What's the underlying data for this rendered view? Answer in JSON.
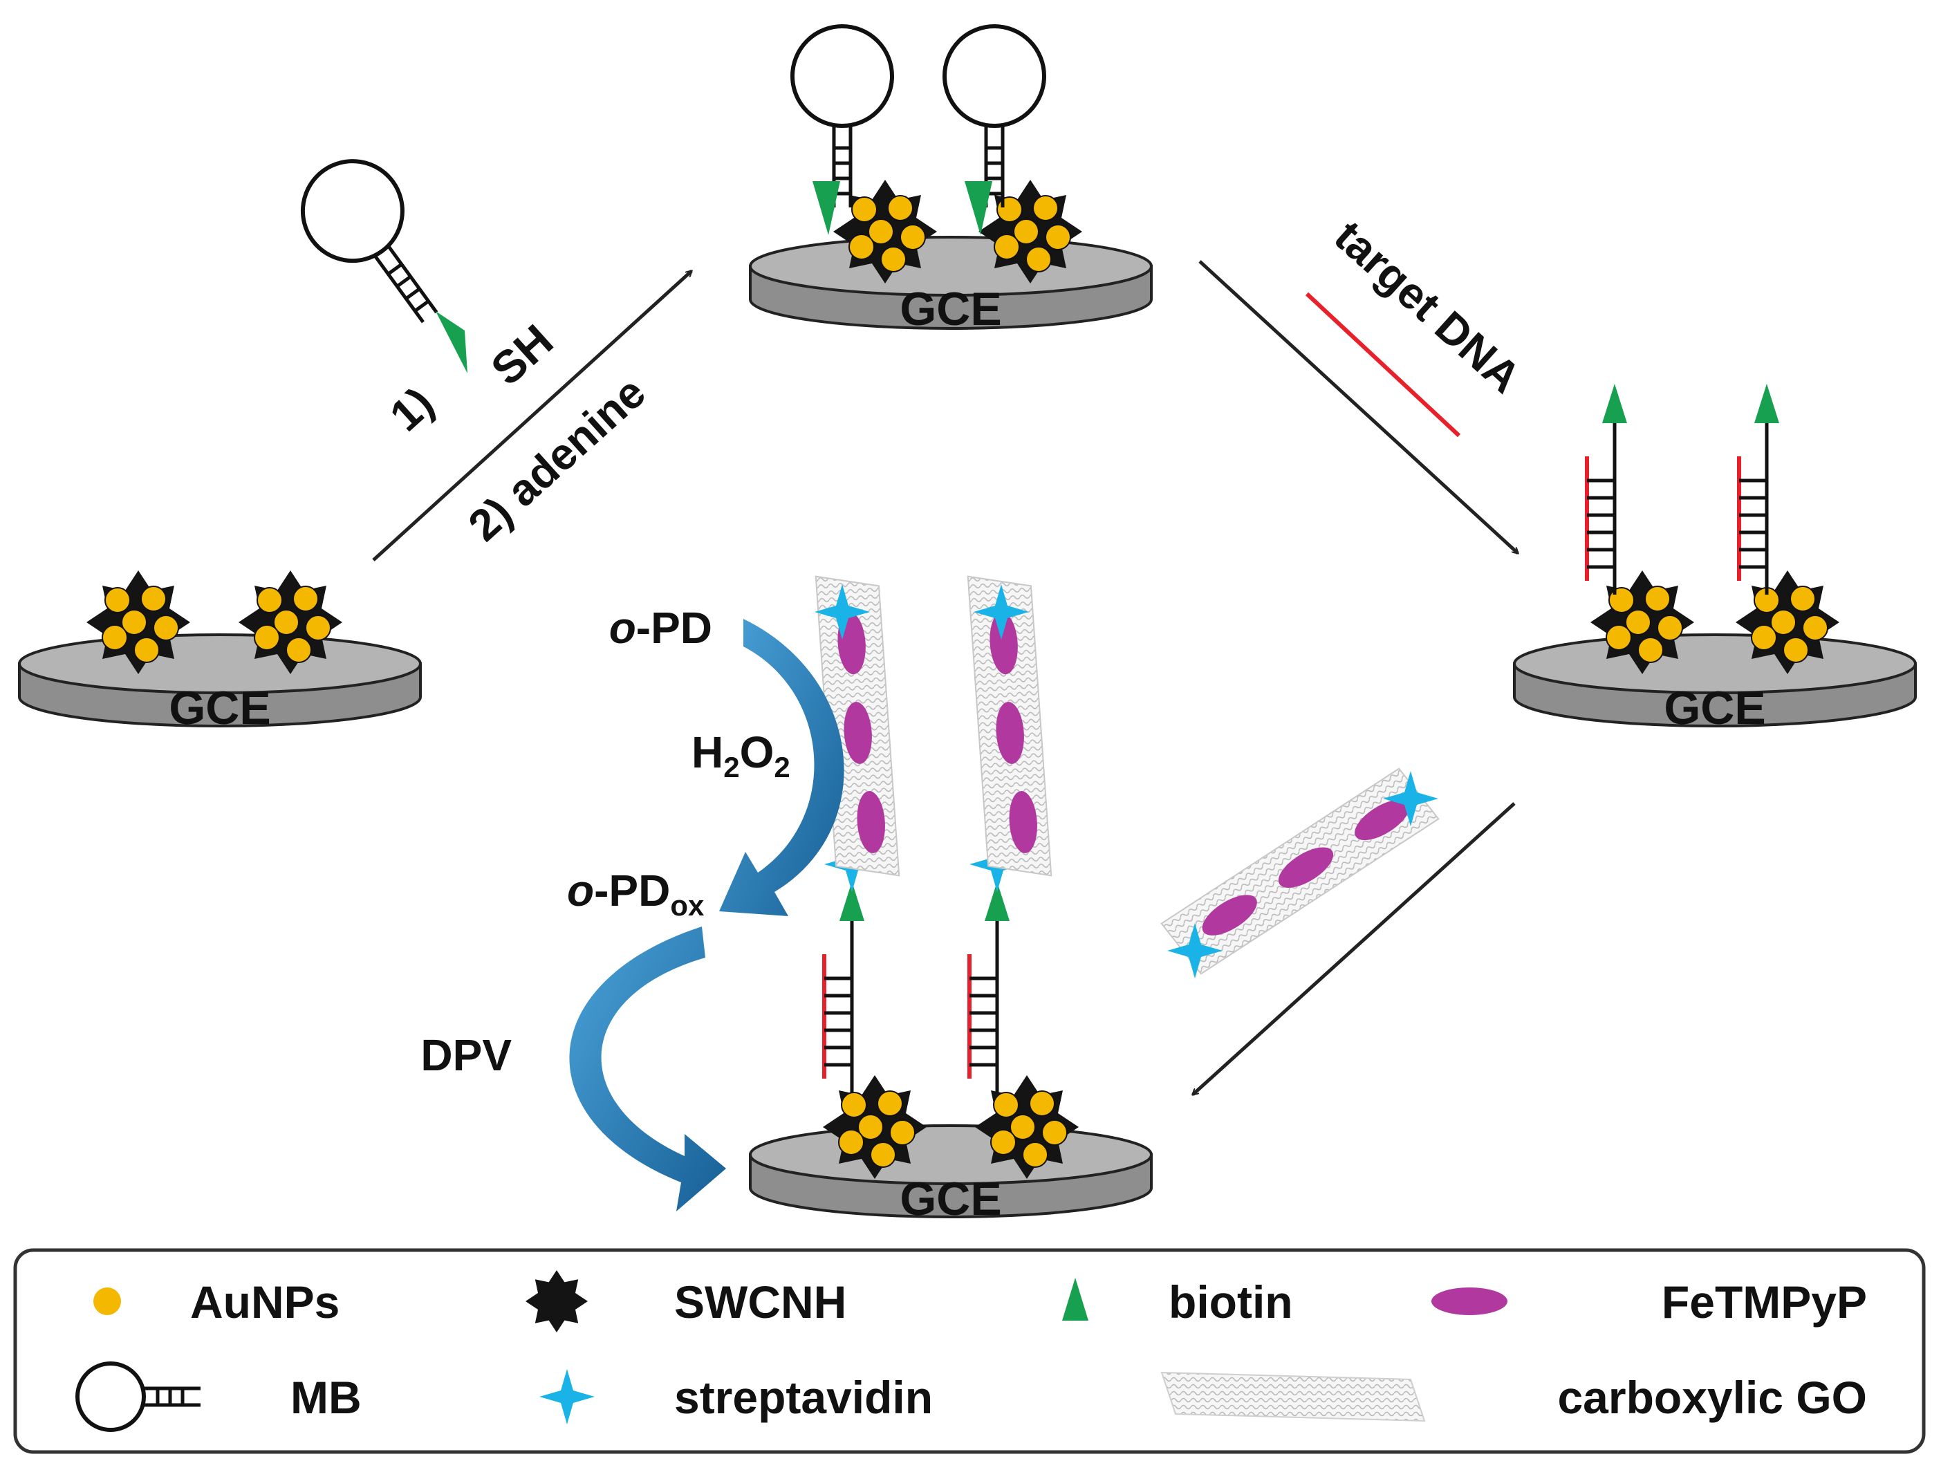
{
  "electrode_label": "GCE",
  "step1": {
    "thiol_label": "SH",
    "line1": "1)",
    "line2": "2) adenine"
  },
  "step2": {
    "label": "target DNA"
  },
  "reaction": {
    "substrate_prefix": "o",
    "substrate_suffix": "-PD",
    "oxidant_main": "H",
    "oxidant_sub1": "2",
    "oxidant_mid": "O",
    "oxidant_sub2": "2",
    "product_prefix": "o",
    "product_suffix": "-PD",
    "product_sub": "ox",
    "detection": "DPV"
  },
  "legend": {
    "aunps": "AuNPs",
    "swcnh": "SWCNH",
    "biotin": "biotin",
    "fetmpyp": "FeTMPyP",
    "mb": "MB",
    "streptavidin": "streptavidin",
    "carboxylic_go": "carboxylic GO"
  },
  "colors": {
    "electrode_top": "#b4b4b4",
    "electrode_side": "#8e8e8e",
    "gold": "#f5b800",
    "biotin": "#17a04f",
    "target_dna": "#e8202a",
    "streptavidin": "#1ab3e8",
    "fetmpyp": "#b0389e",
    "reaction_arrow": "#1f78b4"
  }
}
